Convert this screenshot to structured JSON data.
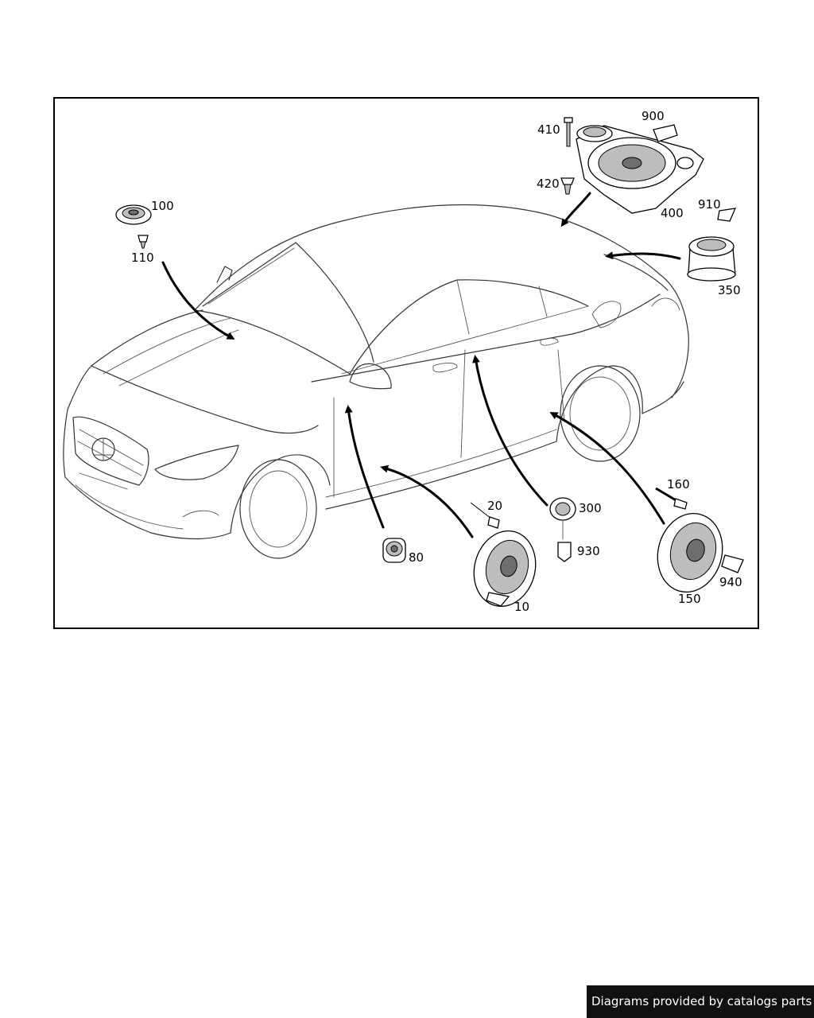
{
  "callouts": {
    "c10": "10",
    "c20": "20",
    "c80": "80",
    "c100": "100",
    "c110": "110",
    "c150": "150",
    "c160": "160",
    "c300": "300",
    "c350": "350",
    "c400": "400",
    "c410": "410",
    "c420": "420",
    "c900": "900",
    "c910": "910",
    "c930": "930",
    "c940": "940"
  },
  "footer": {
    "text": "Diagrams provided by catalogs parts"
  },
  "colors": {
    "frame": "#000000",
    "badge_bg": "#111111",
    "badge_text": "#ffffff"
  }
}
